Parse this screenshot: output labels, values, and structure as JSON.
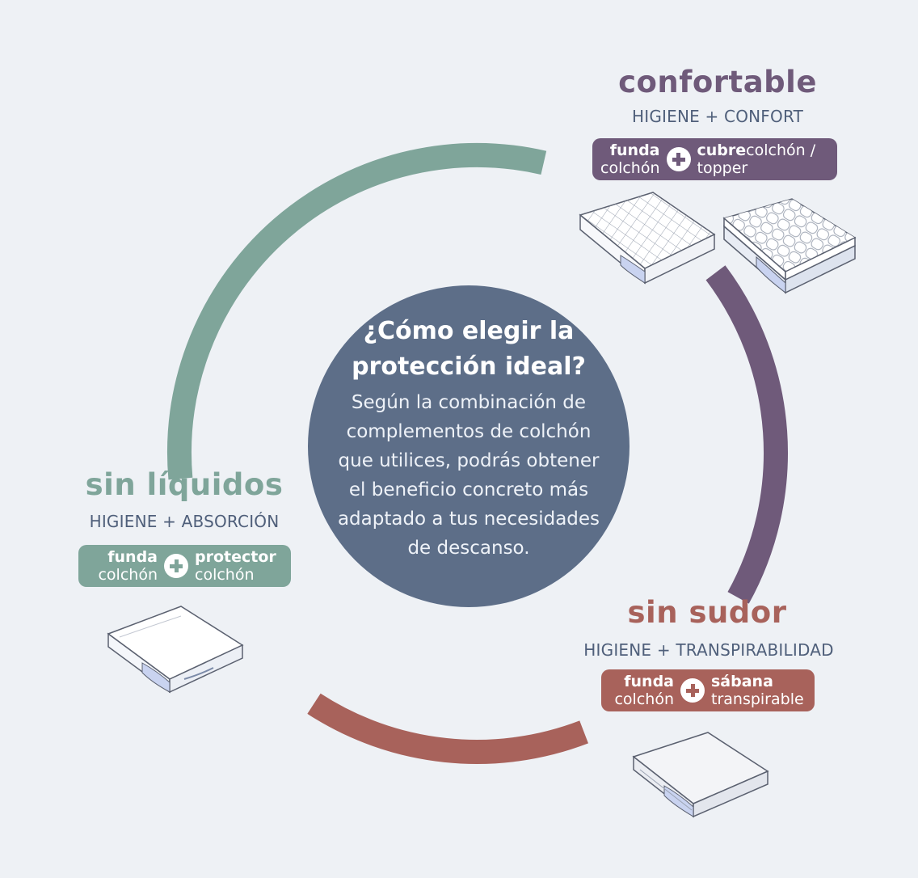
{
  "center": {
    "title_line1": "¿Cómo elegir la",
    "title_line2": "protección ideal?",
    "body_lines": [
      "Según la combinación de",
      "complementos de colchón",
      "que utilices, podrás obtener",
      "el beneficio concreto más",
      "adaptado a tus necesidades",
      "de descanso."
    ]
  },
  "segments": {
    "confortable": {
      "title": "confortable",
      "subtitle": "HIGIENE + CONFORT",
      "left_bold": "funda",
      "left_light": "colchón",
      "right_bold": "cubre",
      "right_light_inline": "colchón /",
      "right_light": "topper",
      "color": "#6f5a7a",
      "icons": [
        "quilted-mattress-cover-icon",
        "topper-mattress-icon"
      ]
    },
    "sin_liquidos": {
      "title": "sin líquidos",
      "subtitle": "HIGIENE + ABSORCIÓN",
      "left_bold": "funda",
      "left_light": "colchón",
      "right_bold": "protector",
      "right_light": "colchón",
      "color": "#7fa59a",
      "icons": [
        "mattress-protector-icon"
      ]
    },
    "sin_sudor": {
      "title": "sin sudor",
      "subtitle": "HIGIENE + TRANSPIRABILIDAD",
      "left_bold": "funda",
      "left_light": "colchón",
      "right_bold": "sábana",
      "right_light": "transpirable",
      "color": "#a8625b",
      "icons": [
        "fitted-sheet-mattress-icon"
      ]
    }
  },
  "plus_icon": "plus-circle-icon"
}
